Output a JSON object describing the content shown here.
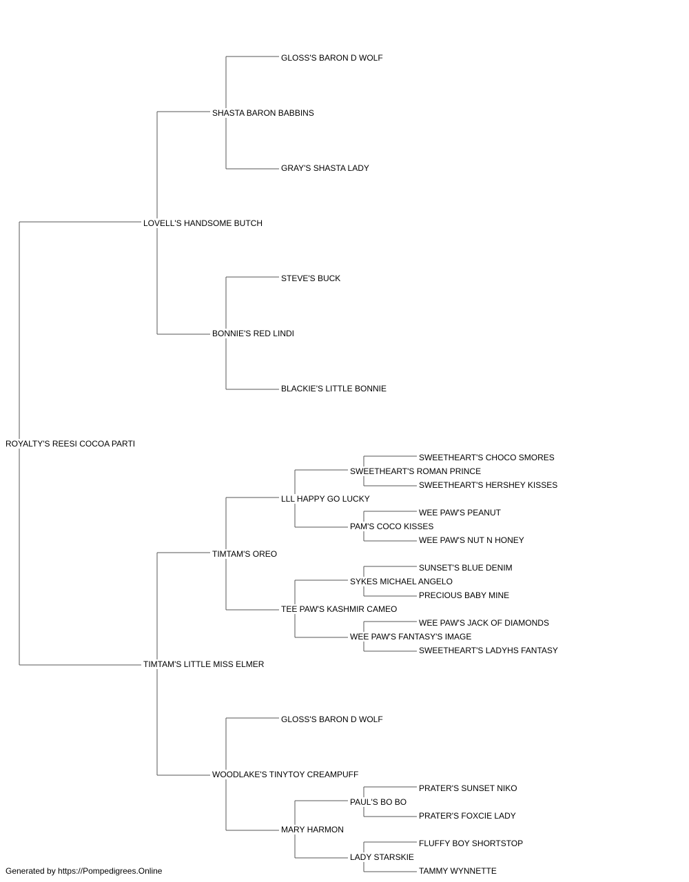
{
  "pedigree": {
    "subject": "ROYALTY'S REESI COCOA PARTI",
    "sire": {
      "name": "LOVELL'S HANDSOME BUTCH",
      "sire": {
        "name": "SHASTA BARON BABBINS",
        "sire": "GLOSS'S BARON D WOLF",
        "dam": "GRAY'S SHASTA LADY"
      },
      "dam": {
        "name": "BONNIE'S RED LINDI",
        "sire": "STEVE'S BUCK",
        "dam": "BLACKIE'S LITTLE BONNIE"
      }
    },
    "dam": {
      "name": "TIMTAM'S LITTLE MISS ELMER",
      "sire": {
        "name": "TIMTAM'S OREO",
        "sire": {
          "name": "LLL HAPPY GO LUCKY",
          "sire": {
            "name": "SWEETHEART'S ROMAN PRINCE",
            "sire": "SWEETHEART'S CHOCO SMORES",
            "dam": "SWEETHEART'S HERSHEY KISSES"
          },
          "dam": {
            "name": "PAM'S COCO KISSES",
            "sire": "WEE PAW'S PEANUT",
            "dam": "WEE PAW'S NUT N HONEY"
          }
        },
        "dam": {
          "name": "TEE PAW'S KASHMIR CAMEO",
          "sire": {
            "name": "SYKES MICHAEL ANGELO",
            "sire": "SUNSET'S BLUE DENIM",
            "dam": "PRECIOUS BABY MINE"
          },
          "dam": {
            "name": "WEE PAW'S FANTASY'S IMAGE",
            "sire": "WEE PAW'S JACK OF DIAMONDS",
            "dam": "SWEETHEART'S LADYHS FANTASY"
          }
        }
      },
      "dam": {
        "name": "WOODLAKE'S TINYTOY CREAMPUFF",
        "sire": {
          "name": "GLOSS'S BARON D WOLF"
        },
        "dam": {
          "name": "MARY HARMON",
          "sire": {
            "name": "PAUL'S BO BO",
            "sire": "PRATER'S SUNSET NIKO",
            "dam": "PRATER'S FOXCIE LADY"
          },
          "dam": {
            "name": "LADY STARSKIE",
            "sire": "FLUFFY BOY SHORTSTOP",
            "dam": "TAMMY WYNNETTE"
          }
        }
      }
    }
  },
  "footer": "Generated by https://Pompedigrees.Online"
}
